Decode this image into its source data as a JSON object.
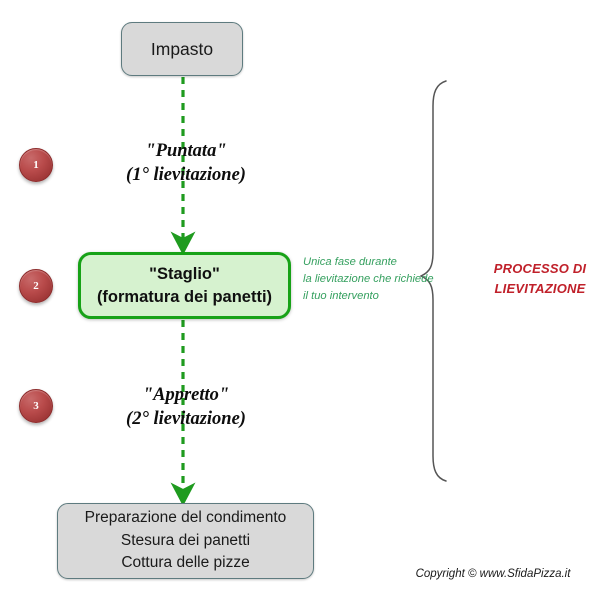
{
  "diagram": {
    "title": "Processo di lievitazione della pizza",
    "colors": {
      "box_gray_fill": "#d9d9d9",
      "box_gray_border": "#5e7b7f",
      "box_green_fill": "#d6f2cf",
      "box_green_border": "#17a217",
      "arrow_green": "#1f9b1f",
      "note_green": "#35a05f",
      "process_red": "#c0202a",
      "circle_red": "#b94b4b",
      "brace_gray": "#555555"
    },
    "nodes": {
      "impasto": {
        "label": "Impasto"
      },
      "staglio": {
        "line1": "\"Staglio\"",
        "line2": "(formatura dei panetti)"
      },
      "final": {
        "line1": "Preparazione del condimento",
        "line2": "Stesura dei panetti",
        "line3": "Cottura delle pizze"
      }
    },
    "stages": [
      {
        "number": "1",
        "line1": "\"Puntata\"",
        "line2": "(1° lievitazione)"
      },
      {
        "number": "2",
        "line1": "",
        "line2": ""
      },
      {
        "number": "3",
        "line1": "\"Appretto\"",
        "line2": "(2° lievitazione)"
      }
    ],
    "note_staglio": {
      "line1": "Unica fase durante",
      "line2": "la lievitazione che richiede",
      "line3": "il tuo intervento"
    },
    "process_label": {
      "line1": "PROCESSO DI",
      "line2": "LIEVITAZIONE"
    },
    "copyright": "Copyright © www.SfidaPizza.it"
  }
}
